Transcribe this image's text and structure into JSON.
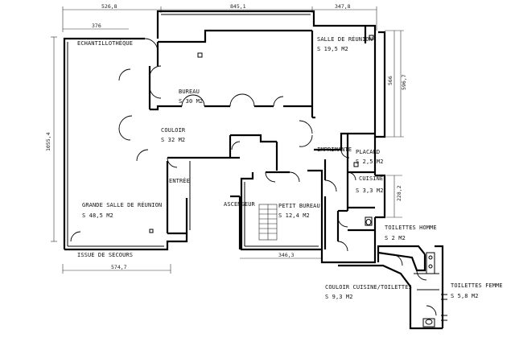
{
  "rooms": {
    "echantillotheque": {
      "name": "ECHANTILLOTHÈQUE"
    },
    "salle_reunion": {
      "name": "SALLE DE RÉUNION",
      "area": "S 19,5 M2"
    },
    "bureau": {
      "name": "BUREAU",
      "area": "S 30 M2"
    },
    "couloir": {
      "name": "COULOIR",
      "area": "S 32 M2"
    },
    "imprimante": {
      "name": "IMPRIMANTE"
    },
    "placard": {
      "name": "PLACARD",
      "area": "S 2,5 M2"
    },
    "cuisine": {
      "name": "CUISINE",
      "area": "S 3,3 M2"
    },
    "entree": {
      "name": "ENTRÉE"
    },
    "ascenseur": {
      "name": "ASCENSEUR"
    },
    "petit_bureau": {
      "name": "PETIT BUREAU",
      "area": "S 12,4 M2"
    },
    "grande_salle": {
      "name": "GRANDE SALLE DE RÉUNION",
      "area": "S 48,5 M2"
    },
    "toilettes_homme": {
      "name": "TOILETTES HOMME",
      "area": "S 2 M2"
    },
    "issue_secours": {
      "name": "ISSUE DE SECOURS"
    },
    "couloir_cuisine": {
      "name": "COULOIR CUISINE/TOILETTES",
      "area": "S 9,3 M2"
    },
    "toilettes_femme": {
      "name": "TOILETTES FEMME",
      "area": "S 5,8 M2"
    }
  },
  "dimensions": {
    "top_left": "526,8",
    "top_mid": "845,1",
    "top_right": "347,8",
    "left_small": "376",
    "left_vertical": "1055,4",
    "right_566": "566",
    "right_596": "596,7",
    "right_228": "228,2",
    "bottom_346": "346,3",
    "bottom_574": "574,7"
  }
}
